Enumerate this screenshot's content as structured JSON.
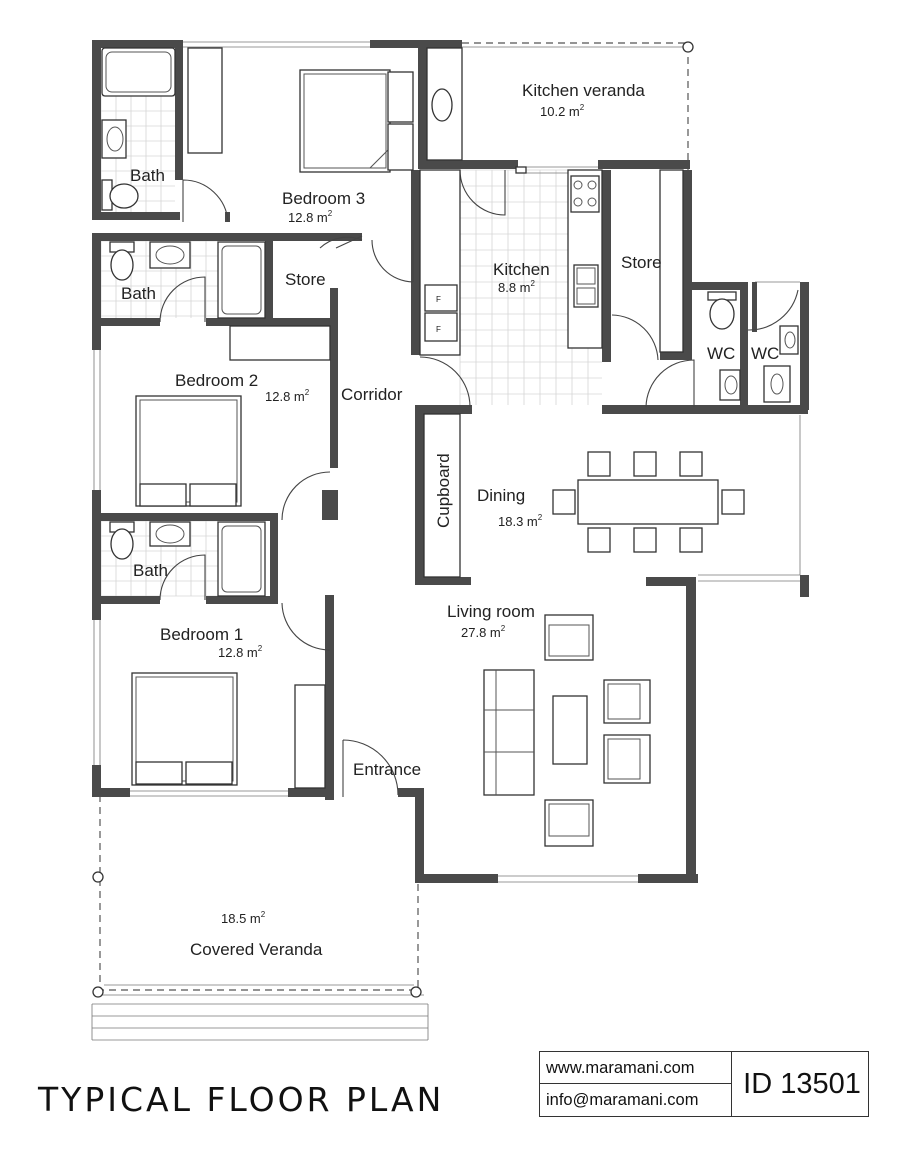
{
  "rooms": {
    "kitchen_veranda": {
      "label": "Kitchen veranda",
      "area": "10.2 m"
    },
    "bath_top": {
      "label": "Bath"
    },
    "bedroom3": {
      "label": "Bedroom 3",
      "area": "12.8 m"
    },
    "bath_mid": {
      "label": "Bath"
    },
    "store_left": {
      "label": "Store"
    },
    "kitchen": {
      "label": "Kitchen",
      "area": "8.8 m"
    },
    "store_right": {
      "label": "Store"
    },
    "wc1": {
      "label": "WC"
    },
    "wc2": {
      "label": "WC"
    },
    "bedroom2": {
      "label": "Bedroom 2",
      "area": "12.8 m"
    },
    "corridor": {
      "label": "Corridor"
    },
    "cupboard": {
      "label": "Cupboard"
    },
    "dining": {
      "label": "Dining",
      "area": "18.3 m"
    },
    "bath_low": {
      "label": "Bath"
    },
    "living_room": {
      "label": "Living room",
      "area": "27.8 m"
    },
    "bedroom1": {
      "label": "Bedroom 1",
      "area": "12.8 m"
    },
    "entrance": {
      "label": "Entrance"
    },
    "covered_veranda": {
      "label": "Covered Veranda",
      "area": "18.5 m"
    }
  },
  "unit_superscript": "2",
  "fridge_mark": "F",
  "title": "TYPICAL FLOOR PLAN",
  "contact": {
    "website": "www.maramani.com",
    "email": "info@maramani.com",
    "plan_id": "ID 13501"
  }
}
